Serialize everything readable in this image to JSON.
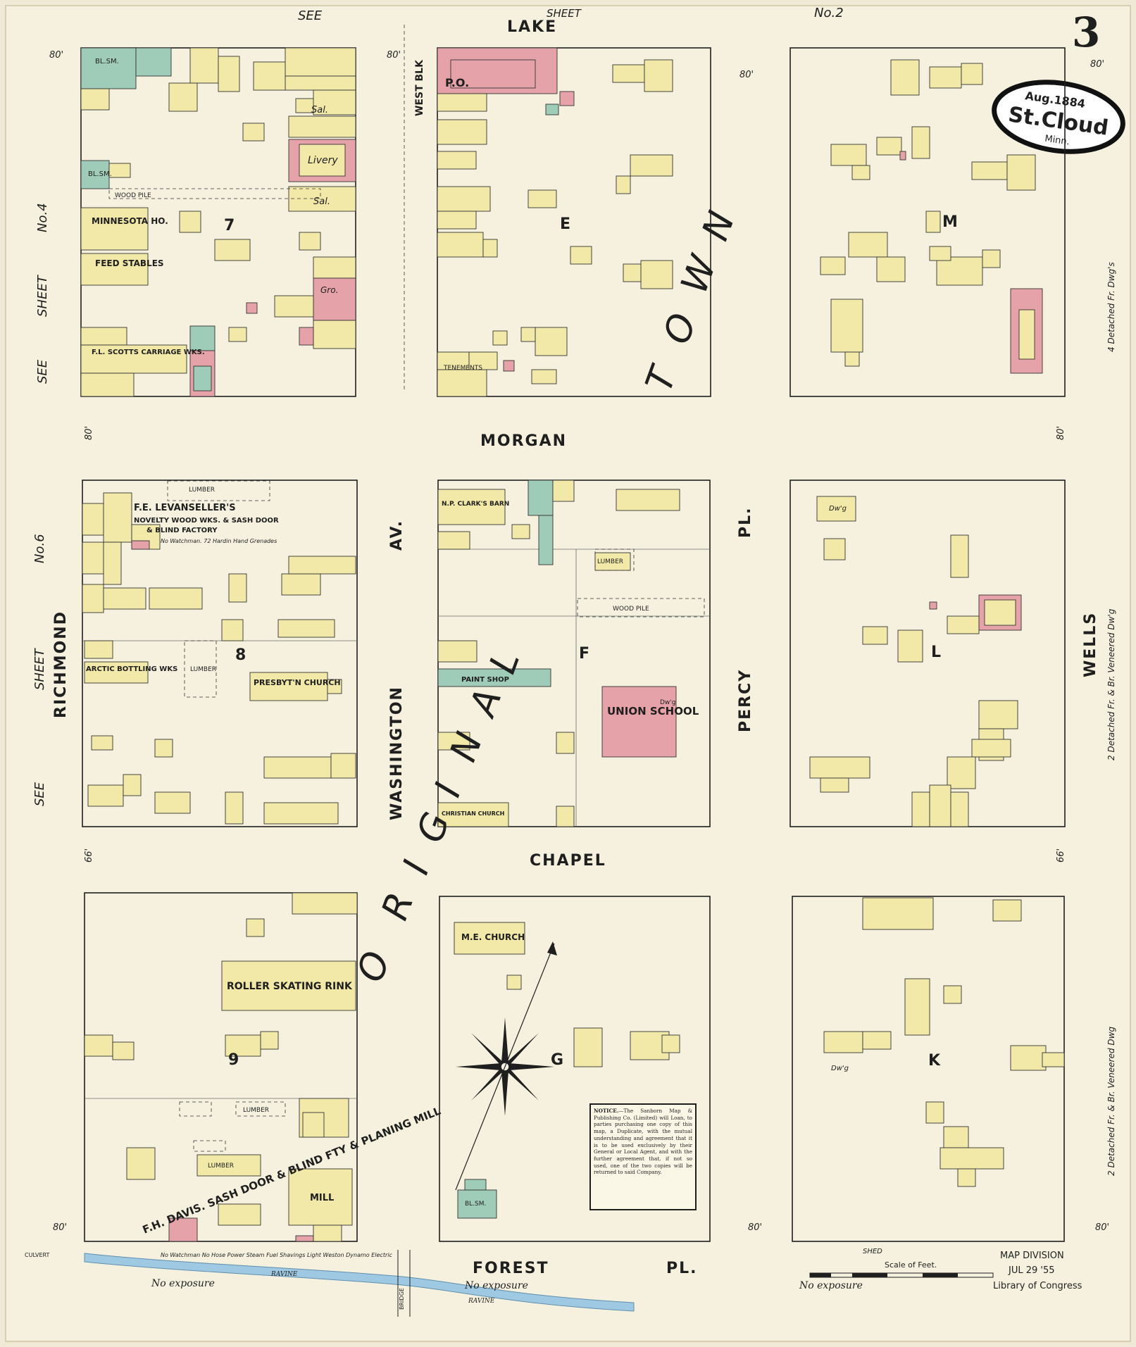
{
  "sheet_number": "3",
  "stamp": {
    "date": "Aug.1884",
    "city": "St.Cloud",
    "state": "Minn."
  },
  "streets": {
    "lake": "LAKE",
    "morgan": "MORGAN",
    "chapel": "CHAPEL",
    "forest": "FOREST",
    "forest_pl": "PL.",
    "richmond": "RICHMOND",
    "washington": "WASHINGTON",
    "washington_av": "AV.",
    "percy": "PERCY",
    "percy_pl": "PL.",
    "wells": "WELLS"
  },
  "sheet_refs": {
    "top_see": "SEE",
    "top_sheet": "SHEET",
    "top_no": "No.2",
    "left_upper_see": "SEE",
    "left_upper_sheet": "SHEET",
    "left_upper_no": "No.4",
    "left_lower_see": "SEE",
    "left_lower_sheet": "SHEET",
    "left_lower_no": "No.6"
  },
  "town_label": [
    "O",
    "R",
    "I",
    "G",
    "I",
    "N",
    "A",
    "L"
  ],
  "town_label_2": [
    "T",
    "O",
    "W",
    "N"
  ],
  "blocks": [
    {
      "id": "7",
      "label": "7"
    },
    {
      "id": "E",
      "label": "E"
    },
    {
      "id": "M",
      "label": "M"
    },
    {
      "id": "8",
      "label": "8"
    },
    {
      "id": "F",
      "label": "F"
    },
    {
      "id": "L",
      "label": "L"
    },
    {
      "id": "9",
      "label": "9"
    },
    {
      "id": "G",
      "label": "G"
    },
    {
      "id": "K",
      "label": "K"
    }
  ],
  "labels": {
    "minnesota_ho": "MINNESOTA HO.",
    "feed_stables": "FEED STABLES",
    "scotts": "F.L. SCOTTS CARRIAGE WKS.",
    "livery": "Livery",
    "west_blk": "WEST BLK",
    "po": "P.O.",
    "levanseller": "F.E. LEVANSELLER'S",
    "levanseller_2": "NOVELTY WOOD WKS. & SASH DOOR",
    "levanseller_3": "& BLIND FACTORY",
    "levanseller_note": "No Watchman. 72 Hardin Hand Grenades",
    "arctic": "ARCTIC BOTTLING WKS",
    "presbyterian": "PRESBYT'N CHURCH",
    "union_school": "UNION SCHOOL",
    "clarks_barn": "N.P. CLARK'S BARN",
    "paint_shop": "PAINT SHOP",
    "christian_church": "CHRISTIAN CHURCH",
    "roller_rink": "ROLLER SKATING RINK",
    "me_church": "M.E. CHURCH",
    "mill": "MILL",
    "davis": "F.H. DAVIS. SASH DOOR & BLIND FTY & PLANING MILL",
    "davis_note": "No Watchman No Hose Power Steam Fuel Shavings Light Weston Dynamo Electric",
    "lumber": "LUMBER",
    "wood_pile": "WOOD PILE",
    "bl_smith": "BL.SM.",
    "dwg": "Dw'g",
    "gro": "Gro.",
    "sal": "Sal.",
    "shed": "SHED",
    "tenements": "TENEMENTS",
    "ravine": "RAVINE",
    "no_exposure": "No exposure",
    "culvert": "CULVERT",
    "bridge": "BRIDGE",
    "scale": "Scale of Feet.",
    "right_note_1": "4 Detached Fr. Dwg's",
    "right_note_2": "2 Detached Fr. & Br. Veneered Dw'g",
    "right_note_3": "2 Detached Fr. & Br. Veneered Dwg"
  },
  "notice": {
    "heading": "NOTICE.",
    "body": "—The Sanborn Map & Publishing Co. (Limited) will Loan, to parties purchasing one copy of this map, a Duplicate, with the mutual understanding and agreement that it is to be used exclusively by their General or Local Agent, and with the further agreement that, if not so used, one of the two copies will be returned to said Company."
  },
  "library_stamp": [
    "MAP DIVISION",
    "JUL 29 '55",
    "Library of Congress"
  ],
  "colors": {
    "paper": "#efe9d6",
    "frame": "#fbf7e6",
    "dwelling": "#f2e9a8",
    "brick": "#e5a2a8",
    "stone": "#9fcbb9",
    "ink": "#1f1f1f",
    "water": "#9fc8e2"
  }
}
